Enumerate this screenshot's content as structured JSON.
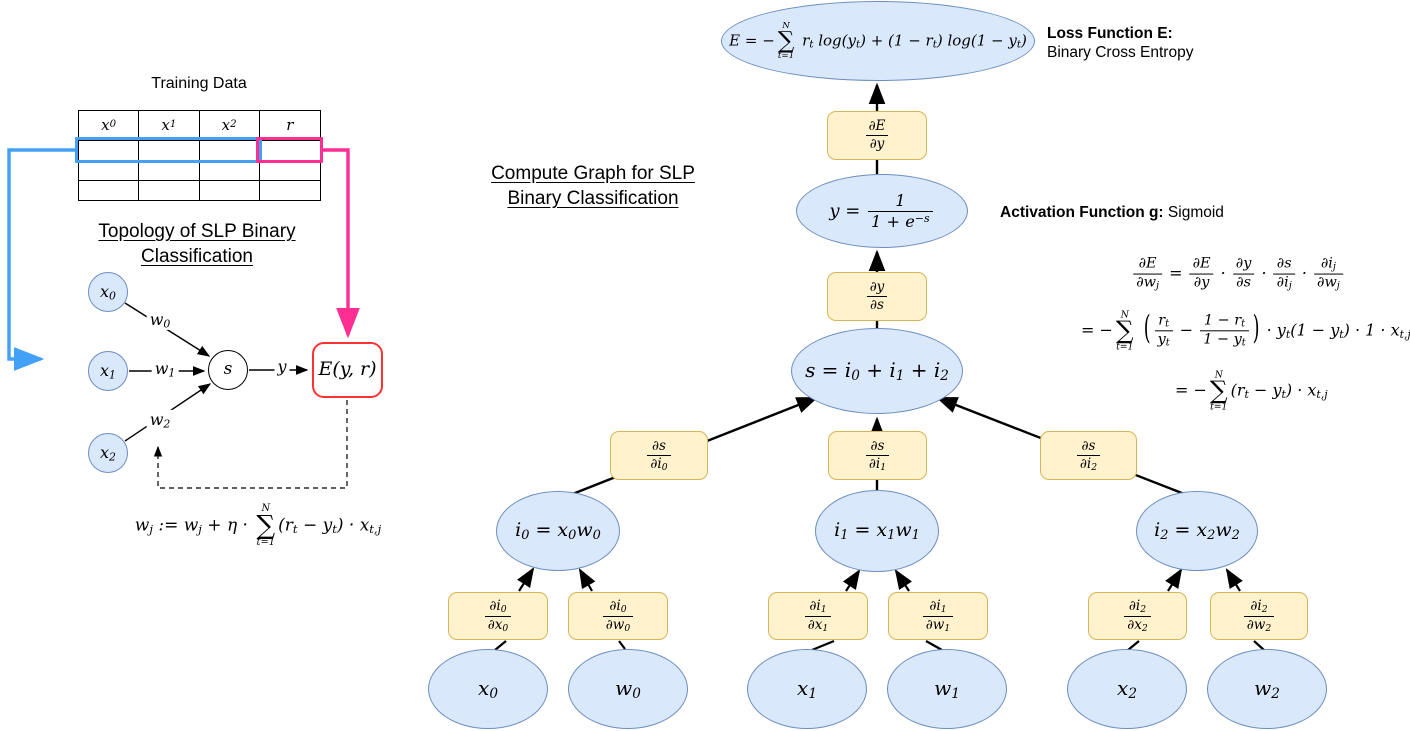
{
  "colors": {
    "node_fill": "#dae8fc",
    "node_stroke": "#6c8ebf",
    "box_fill": "#fff2cc",
    "box_stroke": "#d6b656",
    "loss_box_stroke": "#ff3232",
    "highlight_blue": "#42a0f5",
    "highlight_pink": "#ff2e92"
  },
  "left_panel": {
    "table_title": "Training Data",
    "table_headers": [
      "x_{0}",
      "x_{1}",
      "x_{2}",
      "r"
    ],
    "topology_title": [
      "Topology of SLP Binary",
      "Classification"
    ],
    "input_nodes": [
      "x_{0}",
      "x_{1}",
      "x_{2}"
    ],
    "weight_labels": [
      "w_{0}",
      "w_{1}",
      "w_{2}"
    ],
    "sum_node": "s",
    "output_label": "y",
    "loss_node": "E(y, r)",
    "weight_update_rule": "w_{j} := w_{j} + η · \\sum{N}{t=1}(r_{t} − y_{t}) · x_{t,j}"
  },
  "compute_graph": {
    "title": [
      "Compute Graph for SLP",
      "Binary Classification"
    ],
    "loss_formula": "E = −\\sum{N}{t=1} r_{t} log(y_{t}) + (1 − r_{t}) log(1 − y_{t})",
    "loss_note_title": "Loss Function E:",
    "loss_note_body": "Binary Cross Entropy",
    "activation_note_title": "Activation Function g:",
    "activation_note_body": " Sigmoid",
    "dE_dy": "\\frac{∂E}{∂y}",
    "sigmoid_formula": "y = \\frac{1}{1 + e^{−s}}",
    "dy_ds": "\\frac{∂y}{∂s}",
    "sum_formula": "s = i_{0} + i_{1} + i_{2}",
    "ds_di": [
      "\\frac{∂s}{∂i_{0}}",
      "\\frac{∂s}{∂i_{1}}",
      "\\frac{∂s}{∂i_{2}}"
    ],
    "i_nodes": [
      "i_{0} = x_{0}w_{0}",
      "i_{1} = x_{1}w_{1}",
      "i_{2} = x_{2}w_{2}"
    ],
    "di_dx": [
      "\\frac{∂i_{0}}{∂x_{0}}",
      "\\frac{∂i_{1}}{∂x_{1}}",
      "\\frac{∂i_{2}}{∂x_{2}}"
    ],
    "di_dw": [
      "\\frac{∂i_{0}}{∂w_{0}}",
      "\\frac{∂i_{1}}{∂w_{1}}",
      "\\frac{∂i_{2}}{∂w_{2}}"
    ],
    "x_nodes": [
      "x_{0}",
      "x_{1}",
      "x_{2}"
    ],
    "w_nodes": [
      "w_{0}",
      "w_{1}",
      "w_{2}"
    ],
    "chain_rule": [
      "\\frac{∂E}{∂w_{j}} = \\frac{∂E}{∂y} · \\frac{∂y}{∂s} · \\frac{∂s}{∂i_{j}} · \\frac{∂i_{j}}{∂w_{j}}",
      "= −\\sum{N}{t=1} \\big(\\frac{r_{t}}{y_{t}} − \\frac{1 − r_{t}}{1 − y_{t}}\\big) · y_{t}(1 − y_{t}) · 1 · x_{t,j}",
      "= −\\sum{N}{t=1}(r_{t} − y_{t}) · x_{t,j}"
    ]
  }
}
